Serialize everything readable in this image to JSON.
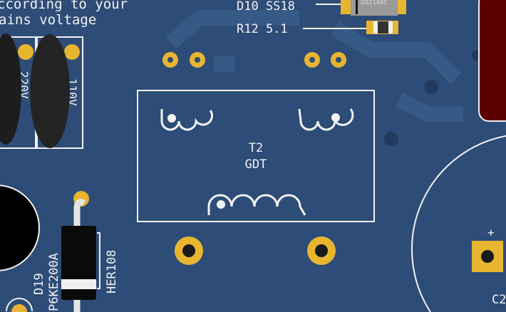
{
  "silkscreen": {
    "note_line1": "ccording to your",
    "note_line2": "ains voltage",
    "label_220v": "220V",
    "label_110v": "110V",
    "d10_label": "D10 SS18",
    "r12_label": "R12 5.1",
    "d10_package": "DO214AC",
    "t2_ref": "T2",
    "t2_value": "GDT",
    "d19_ref": "D19",
    "d19_value": "P6KE200A",
    "her_label": "HER108",
    "cap_plus": "+",
    "cap_ref": "C2"
  },
  "colors": {
    "board": "#2d4c77",
    "trace": "#34577f",
    "pad": "#e8b530",
    "silk": "#f2f2f2",
    "capacitor": "#5a0000"
  }
}
